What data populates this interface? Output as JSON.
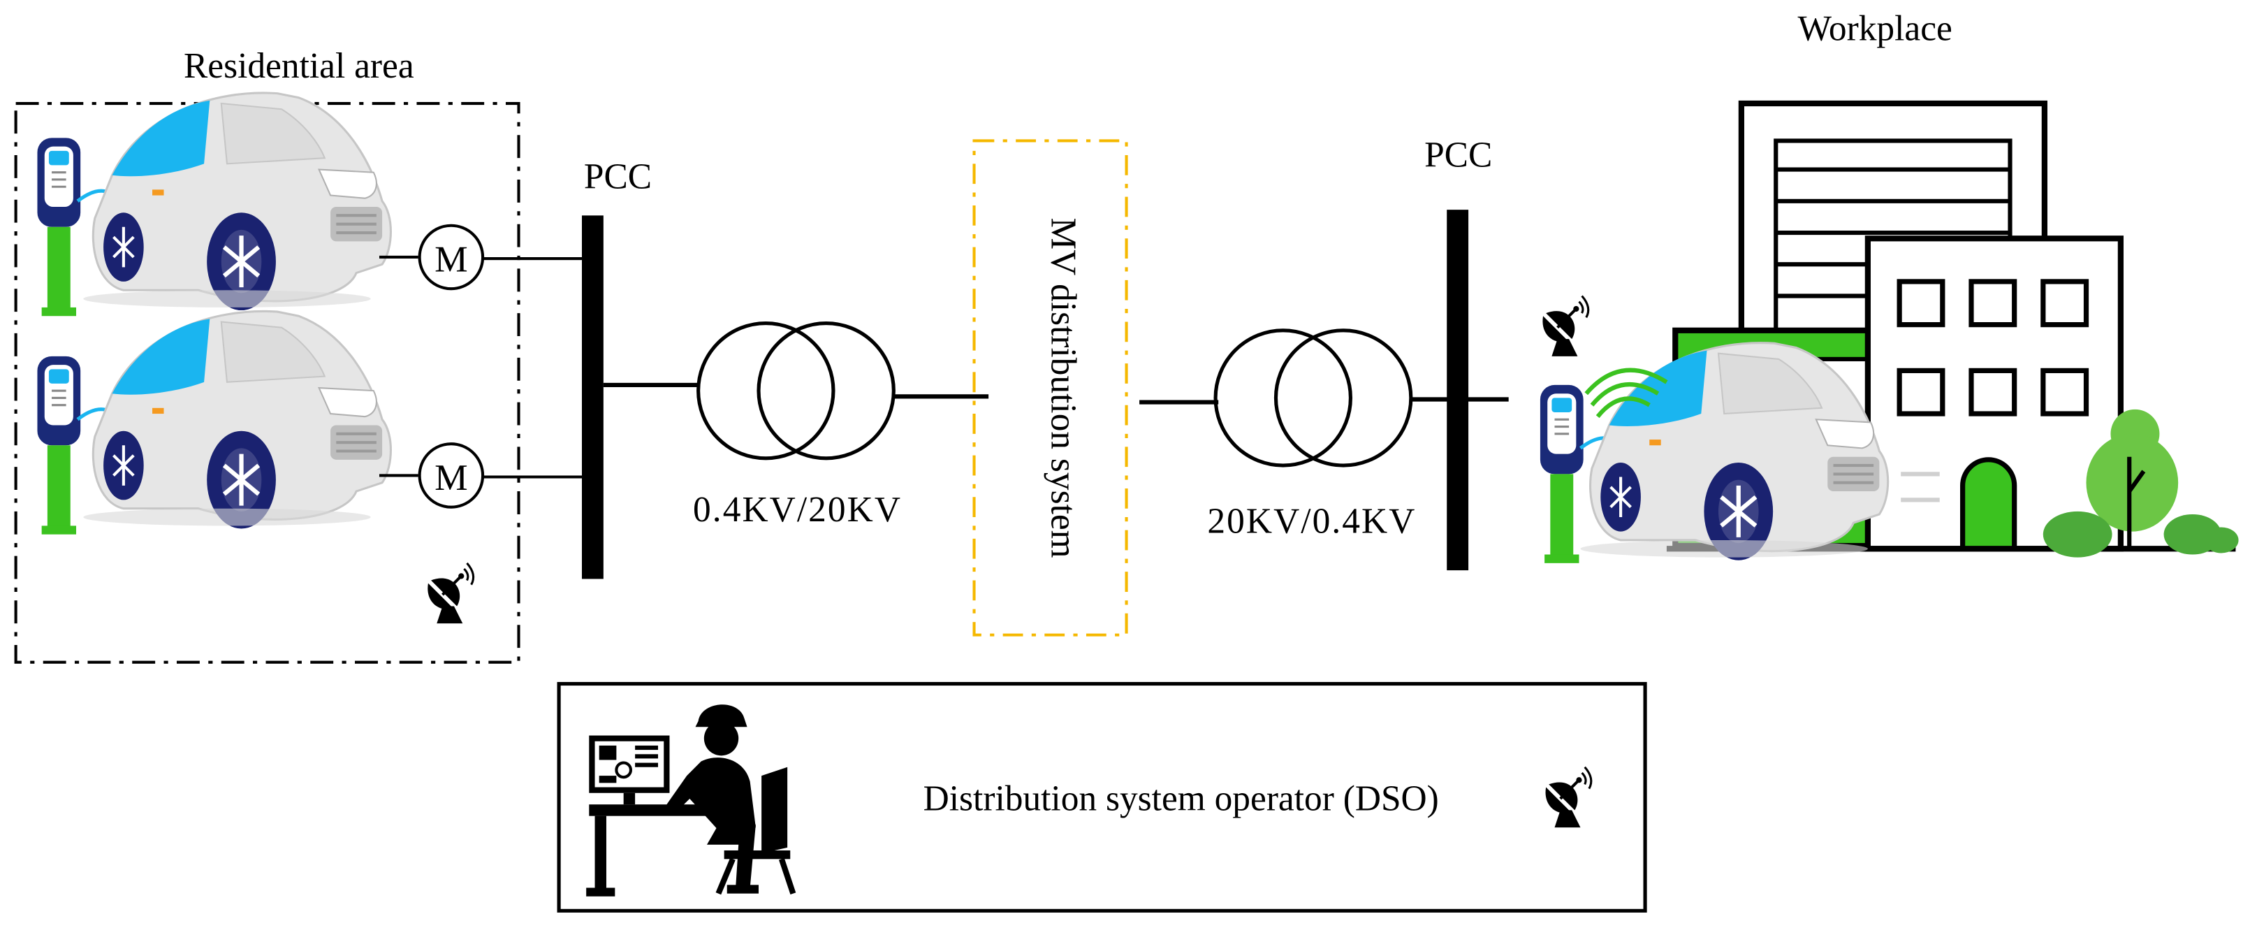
{
  "residential": {
    "title": "Residential area",
    "meter_label": "M"
  },
  "pcc_left": {
    "label": "PCC"
  },
  "pcc_right": {
    "label": "PCC"
  },
  "transformer_left": {
    "label": "0.4KV/20KV"
  },
  "mv_system": {
    "label": "MV distribution system"
  },
  "transformer_right": {
    "label": "20KV/0.4KV"
  },
  "workplace": {
    "title": "Workplace"
  },
  "dso": {
    "label": "Distribution system operator (DSO)"
  },
  "icons": [
    "ev-charger-icon",
    "electric-car-icon",
    "meter-icon",
    "satellite-dish-icon",
    "transformer-icon",
    "office-building-icon",
    "tree-icon",
    "operator-at-computer-icon",
    "wireless-signal-icon"
  ],
  "colors": {
    "line": "#000000",
    "mv_box": "#f5b800",
    "ev_green": "#3bc21f",
    "charger_blue": "#1a2a78",
    "car_glass": "#1ab5f0",
    "car_body": "#e6e6e6",
    "wheel": "#1a2270"
  }
}
